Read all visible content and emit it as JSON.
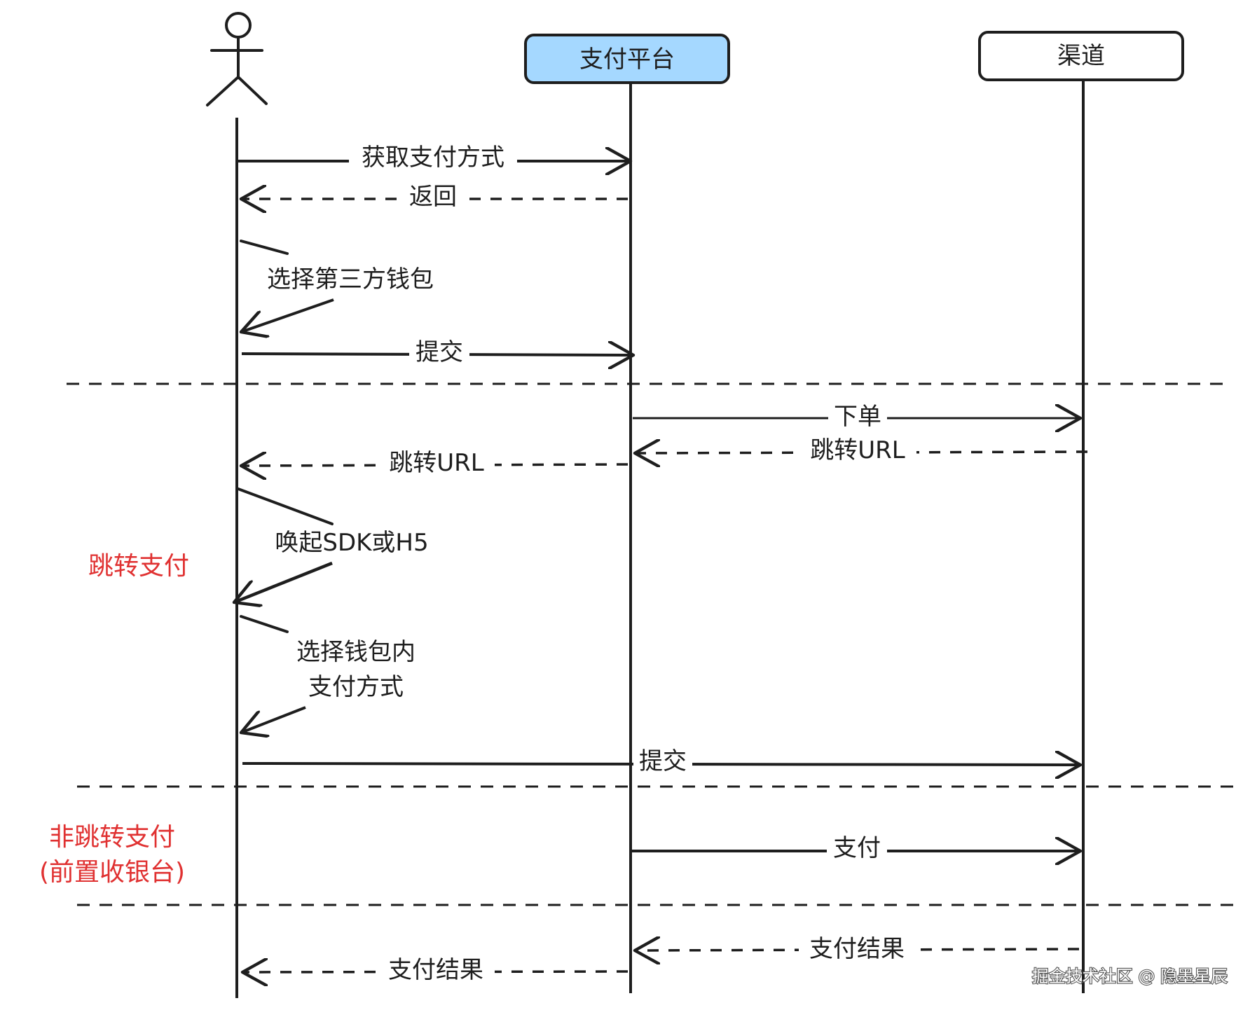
{
  "participants": {
    "user": "",
    "platform": "支付平台",
    "channel": "渠道"
  },
  "colors": {
    "ink": "#1e1e1e",
    "platform_fill": "#a5d8ff",
    "section_red": "#e03131",
    "watermark": "#ffffff"
  },
  "messages": {
    "get_methods": "获取支付方式",
    "return": "返回",
    "select_wallet": "选择第三方钱包",
    "submit_1": "提交",
    "place_order": "下单",
    "redirect_url_1": "跳转URL",
    "redirect_url_2": "跳转URL",
    "invoke_sdk": "唤起SDK或H5",
    "select_in_wallet_1": "选择钱包内",
    "select_in_wallet_2": "支付方式",
    "submit_2": "提交",
    "pay": "支付",
    "pay_result_1": "支付结果",
    "pay_result_2": "支付结果"
  },
  "sections": {
    "redirect_pay": "跳转支付",
    "non_redirect_pay_1": "非跳转支付",
    "non_redirect_pay_2": "(前置收银台)"
  },
  "watermark": "掘金技术社区 @ 隐墨星辰"
}
